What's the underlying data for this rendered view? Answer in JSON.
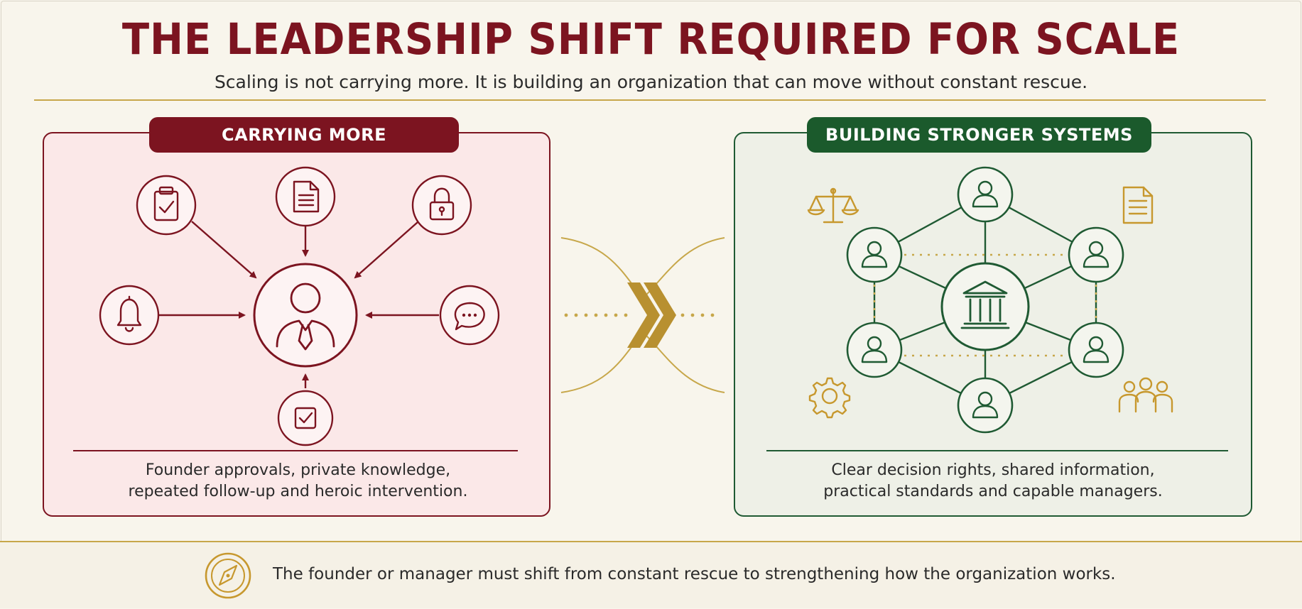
{
  "title": "THE LEADERSHIP SHIFT REQUIRED FOR SCALE",
  "subtitle": "Scaling is not carrying more. It is building an organization that can move without constant rescue.",
  "left_panel": {
    "header": "CARRYING MORE",
    "caption_line1": "Founder approvals, private knowledge,",
    "caption_line2": "repeated follow-up and heroic intervention.",
    "center_icon": "leader-person-icon",
    "icons": [
      "clipboard-check-icon",
      "document-icon",
      "lock-icon",
      "bell-icon",
      "chat-bubble-icon",
      "checkbox-icon"
    ],
    "accent_color": "#7c1420",
    "fill_color": "#fbe8e8"
  },
  "right_panel": {
    "header": "BUILDING STRONGER SYSTEMS",
    "caption_line1": "Clear decision rights, shared information,",
    "caption_line2": "practical standards and capable managers.",
    "center_icon": "institution-building-icon",
    "icons": [
      "person-icon",
      "person-icon",
      "person-icon",
      "person-icon",
      "person-icon",
      "person-icon"
    ],
    "corner_icons": [
      "scales-icon",
      "document-icon",
      "gear-icon",
      "team-icon"
    ],
    "accent_color": "#1b5a2c",
    "fill_color": "#eef0e7"
  },
  "transition": {
    "icon": "double-chevron-right-icon",
    "accent_color": "#c7a74a"
  },
  "footer": {
    "icon": "compass-icon",
    "text": "The founder or manager must shift from constant rescue to strengthening how the organization works."
  }
}
